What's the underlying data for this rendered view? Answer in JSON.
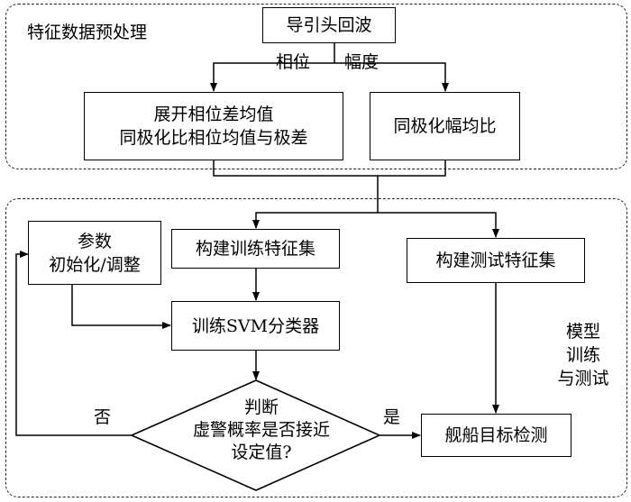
{
  "preprocess": {
    "title": "特征数据预处理",
    "echo_box": "导引头回波",
    "phase_label": "相位",
    "amplitude_label": "幅度",
    "phase_box": [
      "展开相位差均值",
      "同极化比相位均值与极差"
    ],
    "amp_box": "同极化幅均比"
  },
  "training": {
    "title": [
      "模型",
      "训练",
      "与测试"
    ],
    "param_box": [
      "参数",
      "初始化/调整"
    ],
    "train_feature_box": "构建训练特征集",
    "test_feature_box": "构建测试特征集",
    "svm_box": "训练SVM分类器",
    "decision": [
      "判断",
      "虚警概率是否接近",
      "设定值?"
    ],
    "no_label": "否",
    "yes_label": "是",
    "detect_box": "舰船目标检测"
  }
}
